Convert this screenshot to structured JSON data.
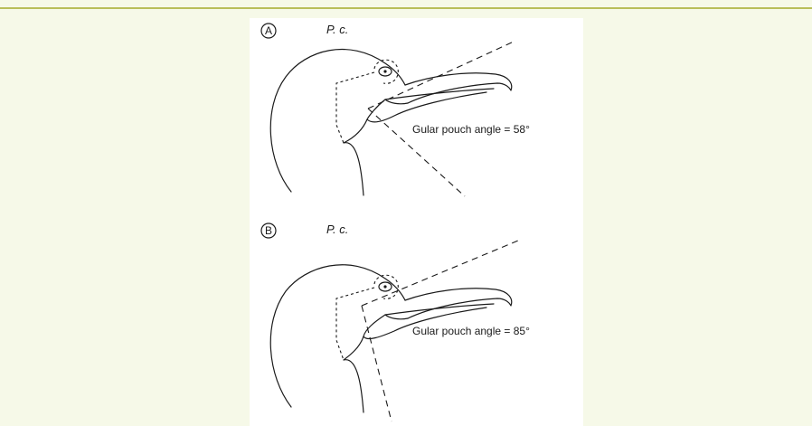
{
  "panels": [
    {
      "letter": "A",
      "species": "P. c.",
      "annotation": "Gular pouch angle = 58°"
    },
    {
      "letter": "B",
      "species": "P. c.",
      "annotation": "Gular pouch angle = 85°"
    }
  ],
  "colors": {
    "page_background": "#f6f9e8",
    "top_rule": "#b9bf5a",
    "ink": "#1a1a1a"
  }
}
